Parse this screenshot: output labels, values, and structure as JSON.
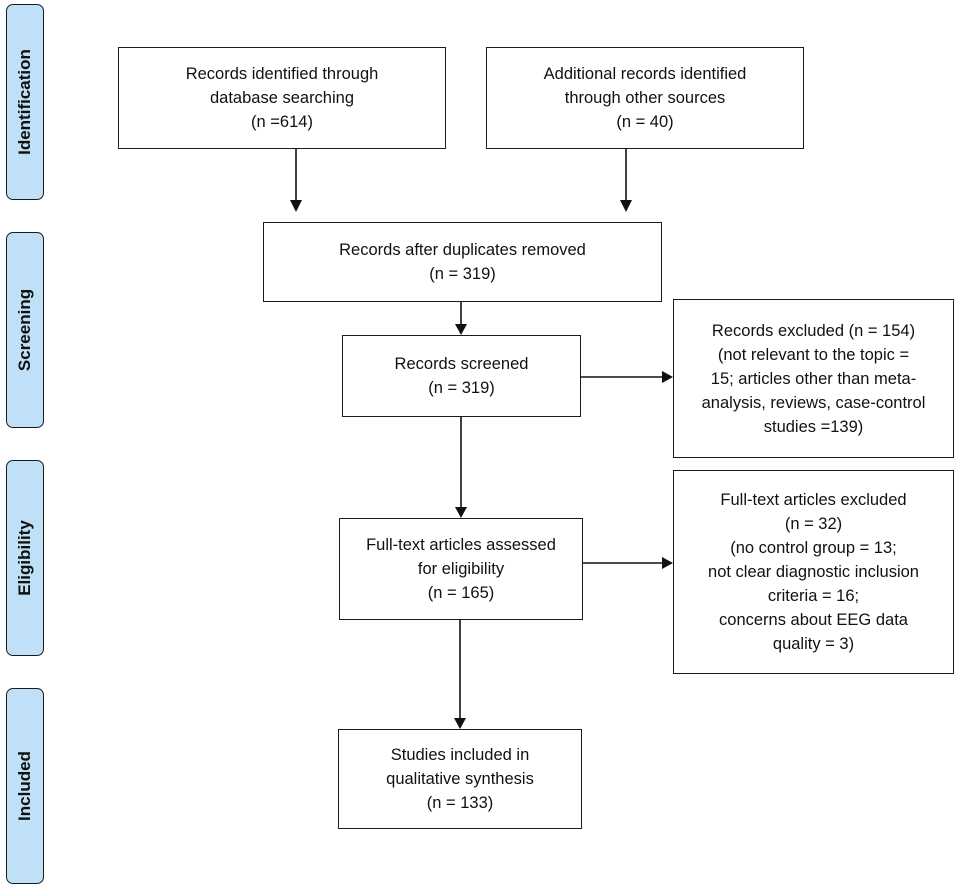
{
  "phases": {
    "identification": "Identification",
    "screening": "Screening",
    "eligibility": "Eligibility",
    "included": "Included"
  },
  "boxes": {
    "database_search": [
      "Records identified through",
      "database searching",
      "(n =614)"
    ],
    "other_sources": [
      "Additional records identified",
      "through other sources",
      "(n = 40)"
    ],
    "duplicates_removed": [
      "Records after duplicates removed",
      "(n = 319)"
    ],
    "screened": [
      "Records screened",
      "(n = 319)"
    ],
    "excluded_records": [
      "Records excluded (n = 154)",
      "(not relevant to the topic =",
      "15; articles other than meta-",
      "analysis, reviews, case-control",
      "studies =139)"
    ],
    "fulltext_assessed": [
      "Full-text articles assessed",
      "for eligibility",
      "(n = 165)"
    ],
    "fulltext_excluded": [
      "Full-text articles excluded",
      "(n = 32)",
      "(no control group = 13;",
      "not clear diagnostic inclusion",
      "criteria = 16;",
      "concerns about EEG data",
      "quality = 3)"
    ],
    "included_studies": [
      "Studies included in",
      "qualitative synthesis",
      "(n = 133)"
    ]
  }
}
